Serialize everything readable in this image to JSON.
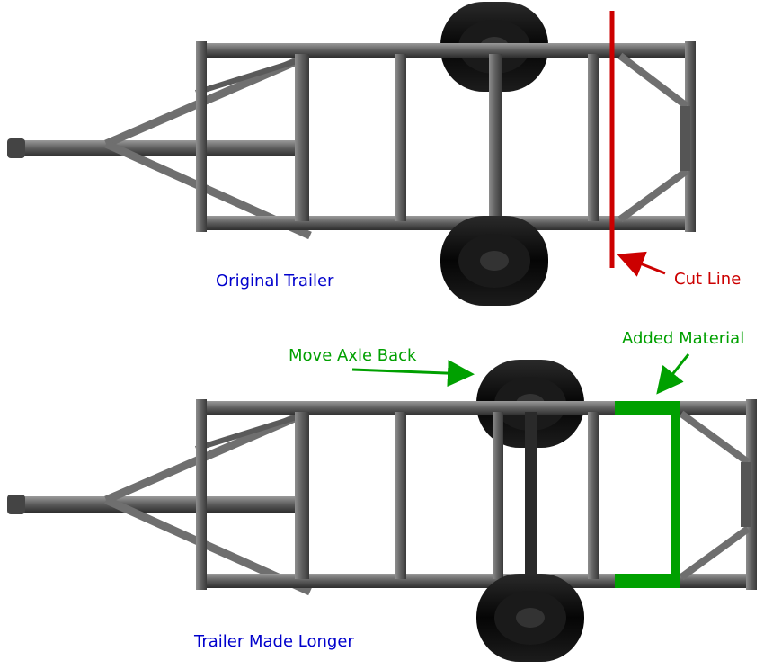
{
  "labels": {
    "original_trailer": "Original Trailer",
    "cut_line": "Cut Line",
    "move_axle_back": "Move Axle Back",
    "added_material": "Added Material",
    "trailer_made_longer": "Trailer Made Longer"
  },
  "colors": {
    "caption_blue": "#0000cc",
    "cut_red": "#cc0000",
    "added_green": "#00a000",
    "frame_gray": "#6f6f6f",
    "frame_dark": "#3a3a3a",
    "tire_black": "#111111"
  }
}
